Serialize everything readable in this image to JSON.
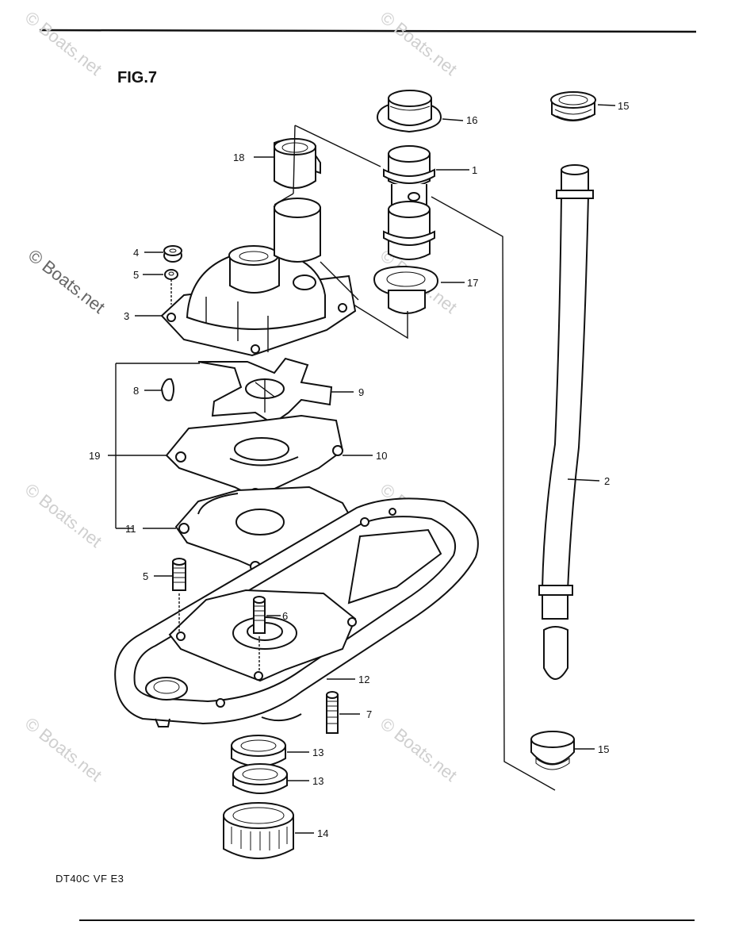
{
  "figure": {
    "title": "FIG.7",
    "model_code": "DT40C VF E3"
  },
  "watermark": {
    "text": "© Boats.net"
  },
  "callouts": [
    {
      "id": "1",
      "text": "1"
    },
    {
      "id": "2",
      "text": "2"
    },
    {
      "id": "3",
      "text": "3"
    },
    {
      "id": "4",
      "text": "4"
    },
    {
      "id": "5a",
      "text": "5"
    },
    {
      "id": "5b",
      "text": "5"
    },
    {
      "id": "6",
      "text": "6"
    },
    {
      "id": "7",
      "text": "7"
    },
    {
      "id": "8",
      "text": "8"
    },
    {
      "id": "9",
      "text": "9"
    },
    {
      "id": "10",
      "text": "10"
    },
    {
      "id": "11",
      "text": "11"
    },
    {
      "id": "12",
      "text": "12"
    },
    {
      "id": "13a",
      "text": "13"
    },
    {
      "id": "13b",
      "text": "13"
    },
    {
      "id": "14",
      "text": "14"
    },
    {
      "id": "15a",
      "text": "15"
    },
    {
      "id": "15b",
      "text": "15"
    },
    {
      "id": "16",
      "text": "16"
    },
    {
      "id": "17",
      "text": "17"
    },
    {
      "id": "18",
      "text": "18"
    },
    {
      "id": "19",
      "text": "19"
    }
  ]
}
